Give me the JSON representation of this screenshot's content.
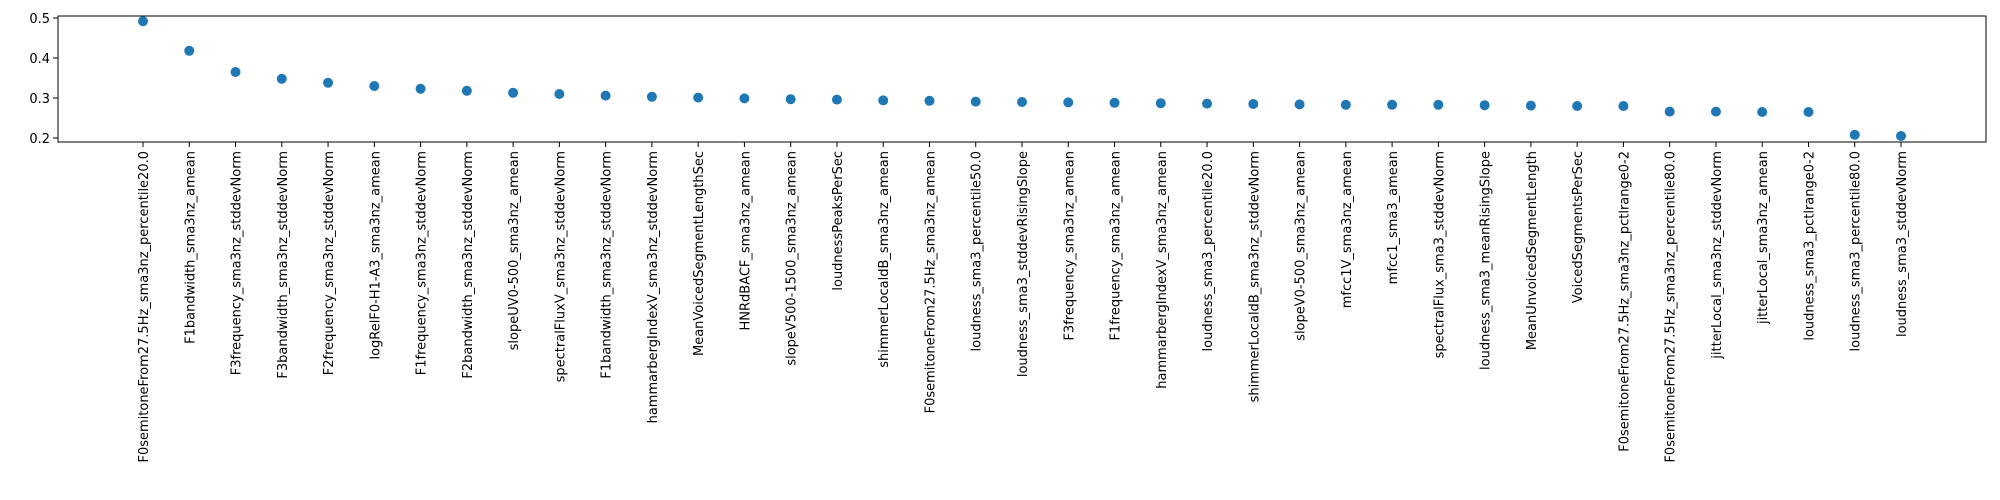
{
  "chart_data": {
    "type": "scatter",
    "title": "",
    "xlabel": "",
    "ylabel": "",
    "ylim": [
      0.19,
      0.505
    ],
    "yticks": [
      0.2,
      0.3,
      0.4,
      0.5
    ],
    "ytick_labels": [
      "0.2",
      "0.3",
      "0.4",
      "0.5"
    ],
    "grid": false,
    "color": "#1f77b4",
    "categories": [
      "F0semitoneFrom27.5Hz_sma3nz_percentile20.0",
      "F1bandwidth_sma3nz_amean",
      "F3frequency_sma3nz_stddevNorm",
      "F3bandwidth_sma3nz_stddevNorm",
      "F2frequency_sma3nz_stddevNorm",
      "logRelF0-H1-A3_sma3nz_amean",
      "F1frequency_sma3nz_stddevNorm",
      "F2bandwidth_sma3nz_stddevNorm",
      "slopeUV0-500_sma3nz_amean",
      "spectralFluxV_sma3nz_stddevNorm",
      "F1bandwidth_sma3nz_stddevNorm",
      "hammarbergIndexV_sma3nz_stddevNorm",
      "MeanVoicedSegmentLengthSec",
      "HNRdBACF_sma3nz_amean",
      "slopeV500-1500_sma3nz_amean",
      "loudnessPeaksPerSec",
      "shimmerLocaldB_sma3nz_amean",
      "F0semitoneFrom27.5Hz_sma3nz_amean",
      "loudness_sma3_percentile50.0",
      "loudness_sma3_stddevRisingSlope",
      "F3frequency_sma3nz_amean",
      "F1frequency_sma3nz_amean",
      "hammarbergIndexV_sma3nz_amean",
      "loudness_sma3_percentile20.0",
      "shimmerLocaldB_sma3nz_stddevNorm",
      "slopeV0-500_sma3nz_amean",
      "mfcc1V_sma3nz_amean",
      "mfcc1_sma3_amean",
      "spectralFlux_sma3_stddevNorm",
      "loudness_sma3_meanRisingSlope",
      "MeanUnvoicedSegmentLength",
      "VoicedSegmentsPerSec",
      "F0semitoneFrom27.5Hz_sma3nz_pctlrange0-2",
      "F0semitoneFrom27.5Hz_sma3nz_percentile80.0",
      "jitterLocal_sma3nz_stddevNorm",
      "jitterLocal_sma3nz_amean",
      "loudness_sma3_pctlrange0-2",
      "loudness_sma3_percentile80.0",
      "loudness_sma3_stddevNorm"
    ],
    "values": [
      0.492,
      0.418,
      0.365,
      0.348,
      0.338,
      0.33,
      0.323,
      0.318,
      0.313,
      0.31,
      0.306,
      0.303,
      0.301,
      0.299,
      0.297,
      0.296,
      0.294,
      0.293,
      0.291,
      0.29,
      0.289,
      0.288,
      0.287,
      0.286,
      0.285,
      0.284,
      0.283,
      0.283,
      0.283,
      0.282,
      0.281,
      0.28,
      0.28,
      0.266,
      0.266,
      0.265,
      0.265,
      0.208,
      0.205
    ]
  }
}
